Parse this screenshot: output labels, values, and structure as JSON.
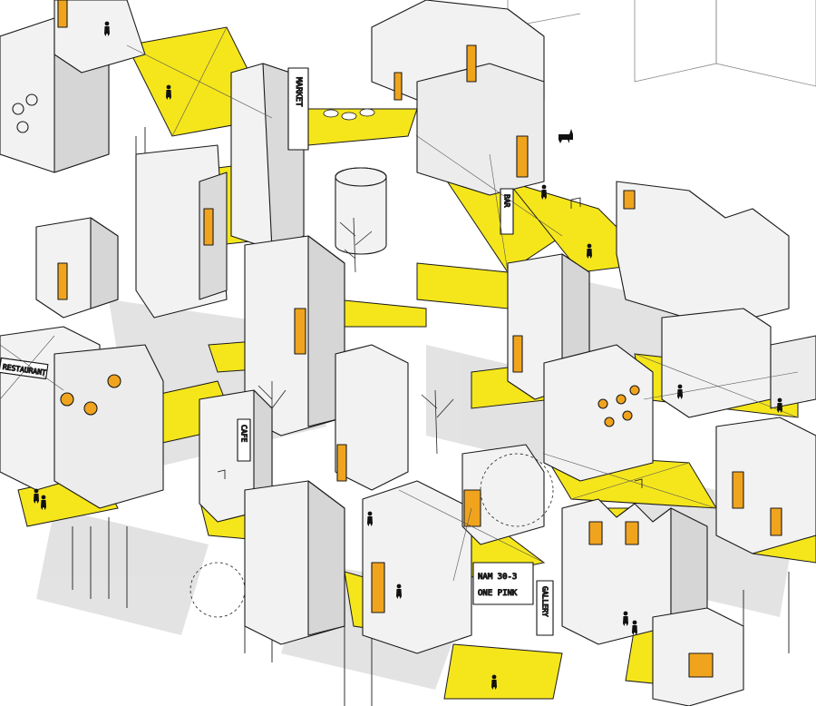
{
  "drawing": {
    "kind": "isometric architectural diagram",
    "palette": {
      "background": "#ffffff",
      "ground_shadow": "#d9d9d9",
      "box_face": "#f2f2f2",
      "box_face_dark": "#cfcfcf",
      "outline": "#1a1a1a",
      "deck_yellow": "#f5e61c",
      "window_orange": "#f0a41e",
      "figure": "#111111"
    }
  },
  "signs": {
    "market": "MARKET",
    "restaurant": "RESTAURANT",
    "cafe": "CAFE",
    "gallery": "GALLERY",
    "bar": "BAR",
    "board_line1": "NAM 30-3",
    "board_line2": "ONE PINK"
  },
  "icons": [
    "person-icon",
    "dog-icon",
    "plant-icon",
    "tree-icon",
    "chair-icon"
  ]
}
